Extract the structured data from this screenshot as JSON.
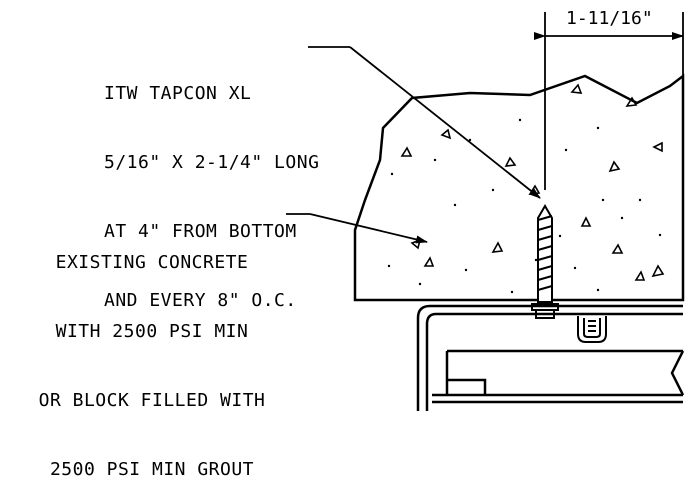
{
  "notes": {
    "tapcon": {
      "lines": [
        "ITW TAPCON XL",
        "5/16\" X 2-1/4\" LONG",
        "AT 4\" FROM BOTTOM",
        "AND EVERY 8\" O.C."
      ]
    },
    "concrete": {
      "lines": [
        "EXISTING CONCRETE",
        "WITH 2500 PSI MIN",
        "OR BLOCK FILLED WITH",
        "2500 PSI MIN GROUT"
      ]
    }
  },
  "dimension": {
    "label": "1-11/16\""
  },
  "colors": {
    "line": "#000000",
    "background": "#ffffff"
  }
}
